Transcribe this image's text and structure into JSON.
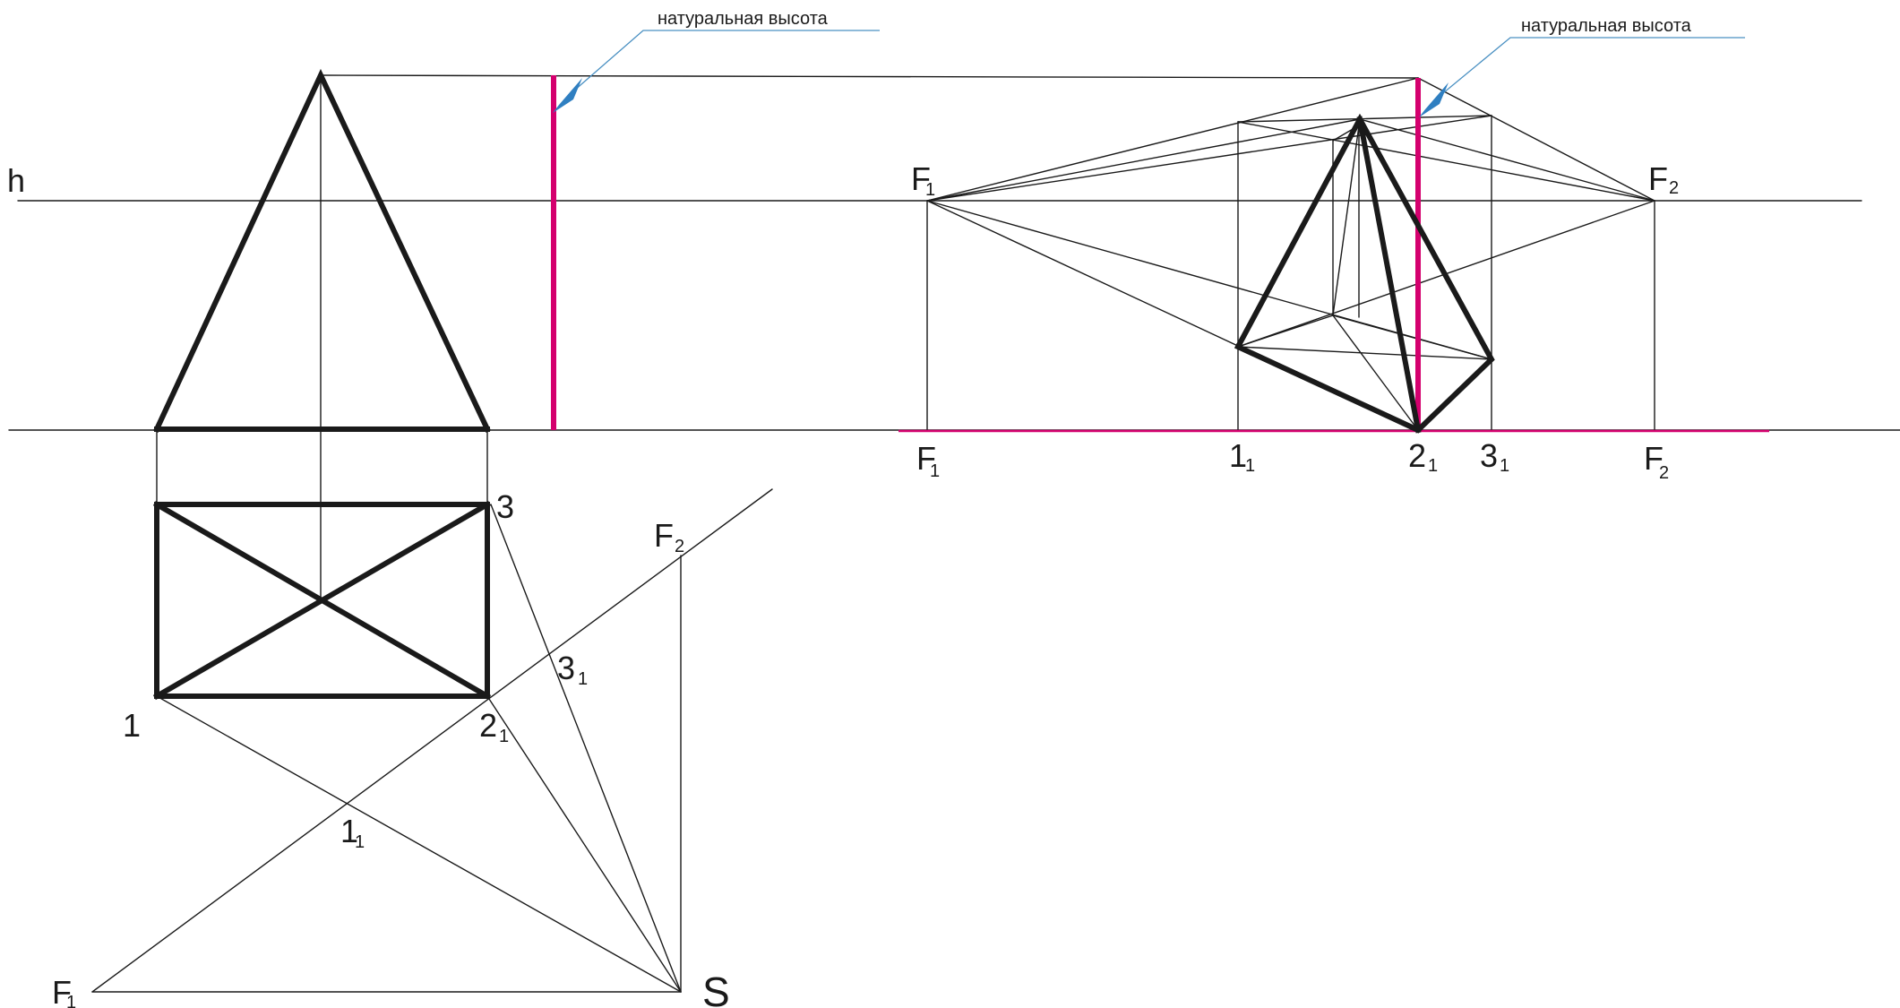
{
  "notes": {
    "left": "натуральная высота",
    "right": "натуральная высота"
  },
  "labels": {
    "horizon": "h",
    "plan_point_1": "1",
    "plan_point_3": "3",
    "plan_f2_main": "F",
    "plan_f2_sub": "2",
    "plan_f1_main": "F",
    "plan_f1_sub": "1",
    "plan_1_1_main": "1",
    "plan_1_1_sub": "1",
    "plan_2_1_main": "2",
    "plan_2_1_sub": "1",
    "plan_3_1_main": "3",
    "plan_3_1_sub": "1",
    "station_point": "S",
    "persp_f1_top_main": "F",
    "persp_f1_top_sub": "1",
    "persp_f2_top_main": "F",
    "persp_f2_top_sub": "2",
    "persp_f1_bot_main": "F",
    "persp_f1_bot_sub": "1",
    "persp_f2_bot_main": "F",
    "persp_f2_bot_sub": "2",
    "persp_1_main": "1",
    "persp_1_sub": "1",
    "persp_2_main": "2",
    "persp_2_sub": "1",
    "persp_3_main": "3",
    "persp_3_sub": "1"
  },
  "colors": {
    "construction_line": "#1a1a1a",
    "true_height": "#d4006e",
    "leader": "#4a90c2",
    "arrow": "#2f7fc1"
  }
}
